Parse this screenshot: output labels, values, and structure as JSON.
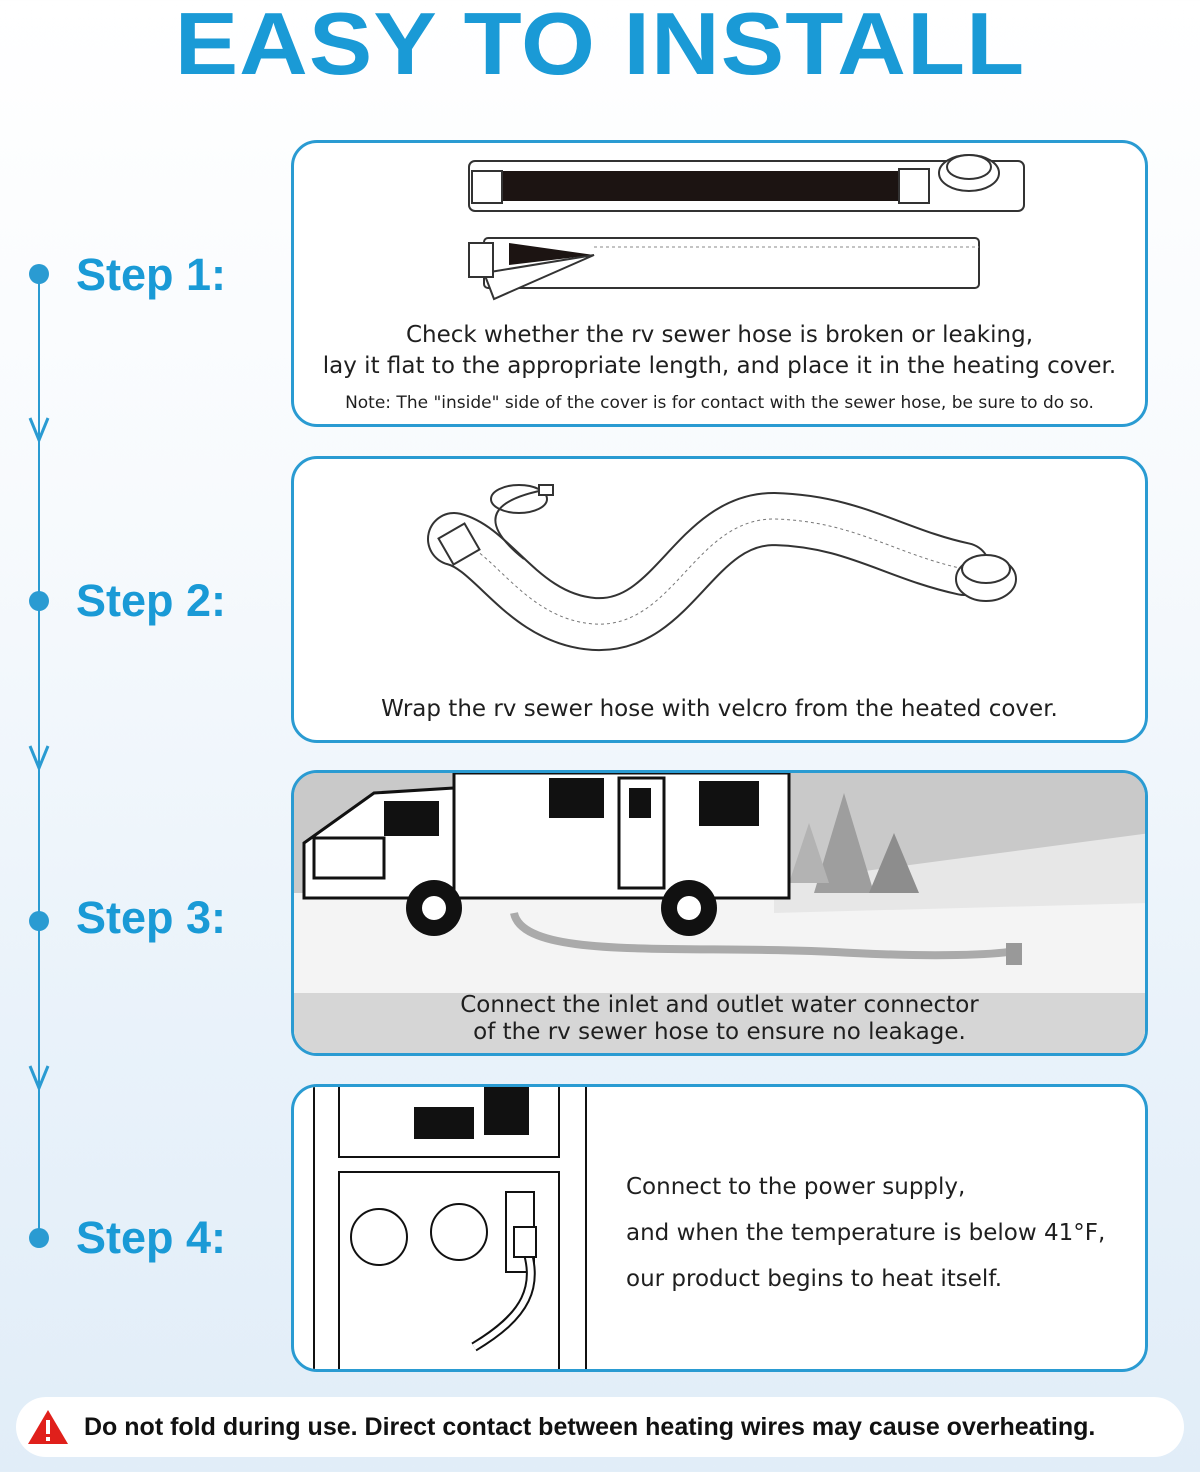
{
  "title": "EASY TO INSTALL",
  "steps": [
    {
      "label": "Step 1:",
      "lines": [
        "Check whether the rv sewer hose is broken or leaking,",
        "lay it flat to the appropriate length, and place it in the heating cover."
      ],
      "note": "Note: The \"inside\" side of the cover is for contact with the sewer hose, be sure to do so."
    },
    {
      "label": "Step 2:",
      "lines": [
        "Wrap the rv sewer hose with velcro from the heated cover."
      ]
    },
    {
      "label": "Step 3:",
      "lines": [
        "Connect the inlet and outlet water connector",
        "of the rv sewer hose to ensure no leakage."
      ]
    },
    {
      "label": "Step 4:",
      "lines": [
        "Connect to the power supply,",
        "and when the temperature is below 41°F,",
        "our product begins to heat itself."
      ]
    }
  ],
  "warning": {
    "icon": "warning-triangle-icon",
    "text": "Do not fold during use. Direct contact between heating wires may cause overheating."
  },
  "colors": {
    "accent": "#1a9ad6",
    "warning_red": "#e0201b"
  }
}
